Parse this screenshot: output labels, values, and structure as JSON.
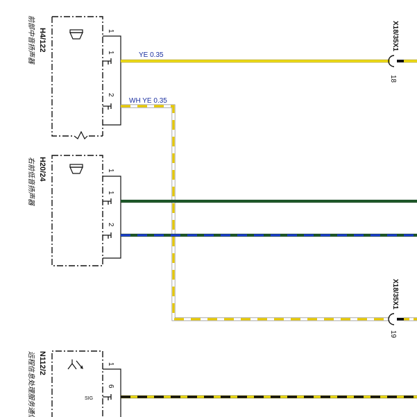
{
  "components": [
    {
      "id": "H4/122",
      "description": "前部中音扬声器"
    },
    {
      "id": "H20/24",
      "description": "右前低音扬声器"
    },
    {
      "id": "N112/2",
      "description": "远程信息处理服务通信"
    }
  ],
  "connectors": [
    {
      "id": "X18/35X1",
      "pin": "18"
    },
    {
      "id": "X18/35X1",
      "pin": "19"
    }
  ],
  "pins": {
    "h4_bracket": "1",
    "h4_pin1": "1",
    "h4_pin2": "2",
    "h20_bracket": "1",
    "h20_pin1": "1",
    "h20_pin2": "2",
    "n112_bracket": "1",
    "n112_pin": "6",
    "n112_sig": "SIG"
  },
  "wires": [
    {
      "label": "YE  0.35",
      "color": "#f4e11c",
      "stripe": ""
    },
    {
      "label": "WH YE 0.35",
      "color": "#ffffff",
      "stripe": "#e6c800"
    },
    {
      "label": "",
      "color": "#1f5a2a",
      "stripe": ""
    },
    {
      "label": "",
      "color": "#1f5a2a",
      "stripe": "#1d3fd6"
    },
    {
      "label": "",
      "color": "#f4e11c",
      "stripe": "#111111"
    }
  ],
  "colors": {
    "line": "#111111",
    "wire_label": "#1a2fa0"
  },
  "icons": [
    "speaker-icon",
    "speaker-icon",
    "antenna-icon"
  ]
}
